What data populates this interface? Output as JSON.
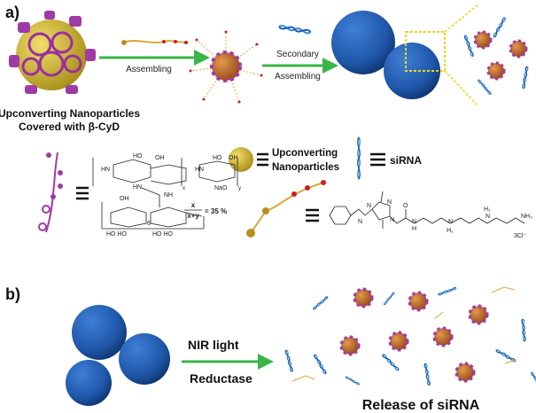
{
  "panel_a": {
    "label": "a)",
    "ucnp_caption_line1": "Upconverting Nanoparticles",
    "ucnp_caption_line2": "Covered with β-CyD",
    "step1": "Assembling",
    "step2_line1": "Secondary",
    "step2_line2": "Assembling"
  },
  "legend": {
    "ucnp_line1": "Upconverting",
    "ucnp_line2": "Nanoparticles",
    "sirna": "siRNA",
    "ratio_num": "x",
    "ratio_den": "x+y",
    "ratio_value": "= 35 %",
    "counterion": "3Cl⁻"
  },
  "panel_b": {
    "label": "b)",
    "stimulus1": "NIR light",
    "stimulus2": "Reductase",
    "caption": "Release of siRNA"
  },
  "colors": {
    "arrow": "#3bb54a",
    "nanoparticle": "#d4b82a",
    "cyclodextrin": "#a03aa8",
    "sphere": "#1f56a8",
    "sirna": "#3a8fd8",
    "linker": "#d9a838",
    "linker_bead": "#cc1f1f"
  }
}
